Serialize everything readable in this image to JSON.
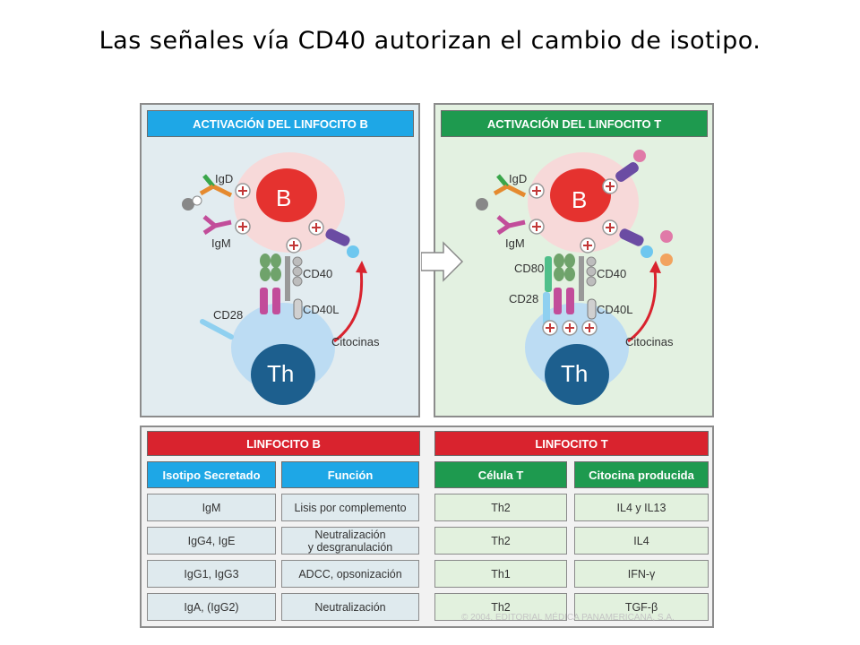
{
  "title": "Las señales vía CD40 autorizan el cambio de isotipo.",
  "left_panel": {
    "header": "ACTIVACIÓN DEL LINFOCITO B",
    "labels": {
      "igd": "IgD",
      "igm": "IgM",
      "b": "B",
      "cd40": "CD40",
      "cd28": "CD28",
      "cd40l": "CD40L",
      "citocinas": "Citocinas",
      "th": "Th"
    }
  },
  "right_panel": {
    "header": "ACTIVACIÓN DEL LINFOCITO T",
    "labels": {
      "igd": "IgD",
      "igm": "IgM",
      "b": "B",
      "cd80": "CD80",
      "cd40": "CD40",
      "cd28": "CD28",
      "cd40l": "CD40L",
      "citocinas": "Citocinas",
      "th": "Th"
    }
  },
  "table": {
    "b_header": "LINFOCITO B",
    "t_header": "LINFOCITO T",
    "columns": [
      "Isotipo Secretado",
      "Función",
      "Célula T",
      "Citocina producida"
    ],
    "rows": [
      {
        "isotipo": "IgM",
        "funcion": "Lisis por complemento",
        "celula": "Th2",
        "citocina": "IL4 y IL13"
      },
      {
        "isotipo": "IgG4, IgE",
        "funcion": "Neutralización\ny desgranulación",
        "celula": "Th2",
        "citocina": "IL4"
      },
      {
        "isotipo": "IgG1, IgG3",
        "funcion": "ADCC, opsonización",
        "celula": "Th1",
        "citocina": "IFN-γ"
      },
      {
        "isotipo": "IgA, (IgG2)",
        "funcion": "Neutralización",
        "celula": "Th2",
        "citocina": "TGF-β"
      }
    ]
  },
  "watermark": "© 2004. EDITORIAL MÉDICA PANAMERICANA, S.A.",
  "colors": {
    "blue": "#1ea7e6",
    "green": "#1e9a4f",
    "red": "#d9232e",
    "b_cell": "#f7d9d9",
    "b_nucleus": "#e5322f",
    "th_cell": "#bcdcf3",
    "th_nucleus": "#1d5f8e"
  }
}
